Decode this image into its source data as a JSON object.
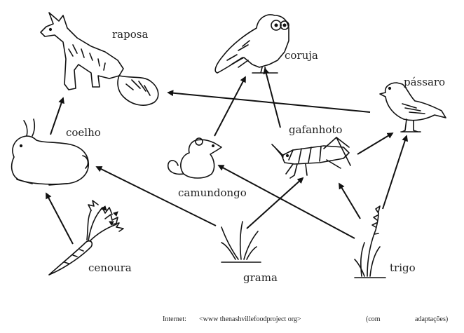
{
  "organisms": {
    "raposa": "raposa",
    "coruja": "coruja",
    "passaro": "pássaro",
    "coelho": "coelho",
    "gafanhoto": "gafanhoto",
    "camundongo": "camundongo",
    "cenoura": "cenoura",
    "grama": "grama",
    "trigo": "trigo"
  },
  "source": {
    "prefix": "Internet:",
    "url": "<www thenashvillefoodproject org>",
    "paren_open": "(com",
    "paren_close": "adaptações)"
  },
  "relations": [
    {
      "from": "cenoura",
      "to": "coelho"
    },
    {
      "from": "grama",
      "to": "coelho"
    },
    {
      "from": "grama",
      "to": "gafanhoto"
    },
    {
      "from": "trigo",
      "to": "camundongo"
    },
    {
      "from": "trigo",
      "to": "gafanhoto"
    },
    {
      "from": "trigo",
      "to": "pássaro"
    },
    {
      "from": "coelho",
      "to": "raposa"
    },
    {
      "from": "pássaro",
      "to": "raposa"
    },
    {
      "from": "camundongo",
      "to": "coruja"
    },
    {
      "from": "gafanhoto",
      "to": "coruja"
    },
    {
      "from": "gafanhoto",
      "to": "pássaro"
    }
  ]
}
